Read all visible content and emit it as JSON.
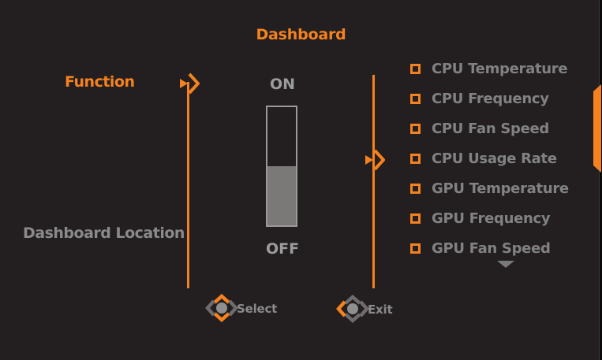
{
  "title": "Dashboard",
  "colors": {
    "background": "#231F20",
    "accent_orange": "#F5821F",
    "label_gray": "#828282",
    "slider_fill_gray": "#7B7878"
  },
  "left_menu": {
    "items": [
      {
        "label": "Function",
        "selected": true
      },
      {
        "label": "Dashboard Location",
        "selected": false
      }
    ]
  },
  "function_toggle": {
    "on_label": "ON",
    "off_label": "OFF",
    "fill_percent": 50,
    "fill_anchor": "bottom"
  },
  "dashboard_options": {
    "items": [
      {
        "label": "CPU Temperature",
        "checked": false
      },
      {
        "label": "CPU Frequency",
        "checked": false
      },
      {
        "label": "CPU Fan Speed",
        "checked": false
      },
      {
        "label": "CPU Usage Rate",
        "checked": false
      },
      {
        "label": "GPU Temperature",
        "checked": false
      },
      {
        "label": "GPU Frequency",
        "checked": false
      },
      {
        "label": "GPU Fan Speed",
        "checked": false
      }
    ],
    "has_more_below": true
  },
  "footer": {
    "select_label": "Select",
    "exit_label": "Exit"
  },
  "icons": {
    "submenu_arrow": "triangle-plus-chevron-right",
    "more_below": "triangle-down",
    "select_hint": "joystick-up-down",
    "exit_hint": "joystick-left",
    "option_box": "square-checkbox-unchecked"
  }
}
